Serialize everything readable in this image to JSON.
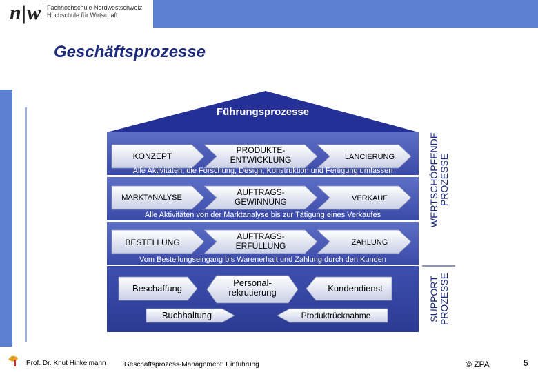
{
  "logo": {
    "mark": "n|w",
    "line1": "Fachhochschule Nordwestschweiz",
    "line2": "Hochschule für Wirtschaft"
  },
  "page_title": "Geschäftsprozesse",
  "roof_label": "Führungsprozesse",
  "value_rows": [
    {
      "start": "KONZEPT",
      "middle": "PRODUKTE-\nENTWICKLUNG",
      "end": "LANCIERUNG",
      "description": "Alle Aktivitäten, die Forschung, Design, Konstruktion und Fertigung umfassen"
    },
    {
      "start": "MARKTANALYSE",
      "middle": "AUFTRAGS-\nGEWINNUNG",
      "end": "VERKAUF",
      "description": "Alle Aktivitäten von der Marktanalyse bis zur Tätigung eines Verkaufes"
    },
    {
      "start": "BESTELLUNG",
      "middle": "AUFTRAGS-\nERFÜLLUNG",
      "end": "ZAHLUNG",
      "description": "Vom Bestellungseingang bis Warenerhalt und Zahlung durch den Kunden"
    }
  ],
  "support": {
    "beschaffung": "Beschaffung",
    "personal": "Personal-\nrekrutierung",
    "kundendienst": "Kundendienst",
    "buchhaltung": "Buchhaltung",
    "produktruecknahme": "Produktrücknahme"
  },
  "side_labels": {
    "value": "WERTSCHÖPFENDE\nPROZESSE",
    "support": "SUPPORT\nPROZESSE"
  },
  "footer": {
    "author": "Prof. Dr. Knut Hinkelmann",
    "course": "Geschäftsprozess-Management: Einführung",
    "copyright": "© ZPA",
    "page": "5"
  },
  "colors": {
    "accent": "#5b7fd1",
    "roof": "#243096",
    "title": "#1d2a7a"
  }
}
